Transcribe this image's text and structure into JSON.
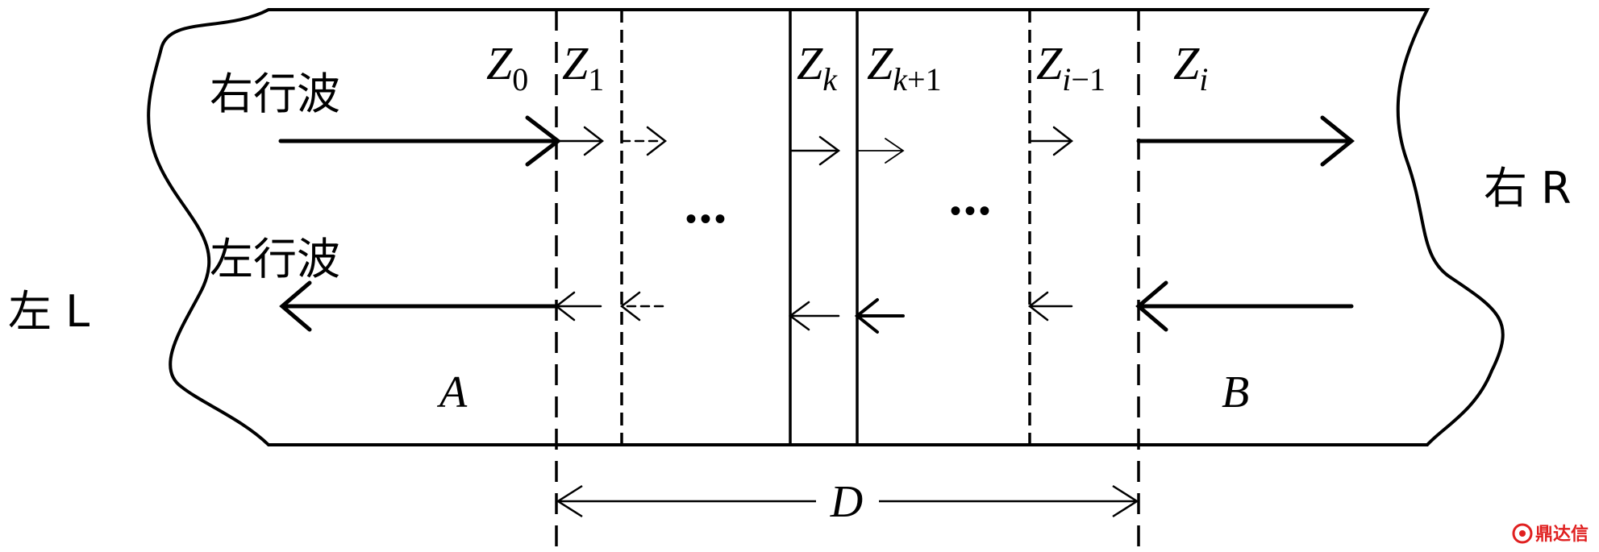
{
  "labels": {
    "right_wave": "右行波",
    "left_wave": "左行波",
    "left_side": "左 L",
    "right_side": "右 R",
    "region_a": "A",
    "region_b": "B",
    "distance": "D",
    "dots": "•••"
  },
  "layers": [
    {
      "var": "Z",
      "sub": "0",
      "sub_italic": false
    },
    {
      "var": "Z",
      "sub": "1",
      "sub_italic": false
    },
    {
      "var": "Z",
      "sub": "k",
      "sub_italic": true
    },
    {
      "var": "Z",
      "sub": "k+1",
      "sub_italic": "mixed",
      "sub_var": "k",
      "sub_rest": "+1"
    },
    {
      "var": "Z",
      "sub": "i−1",
      "sub_italic": "mixed",
      "sub_var": "i",
      "sub_rest": "−1"
    },
    {
      "var": "Z",
      "sub": "i",
      "sub_italic": true
    }
  ],
  "watermark": {
    "text": "鼎达信",
    "color": "#e02020"
  }
}
